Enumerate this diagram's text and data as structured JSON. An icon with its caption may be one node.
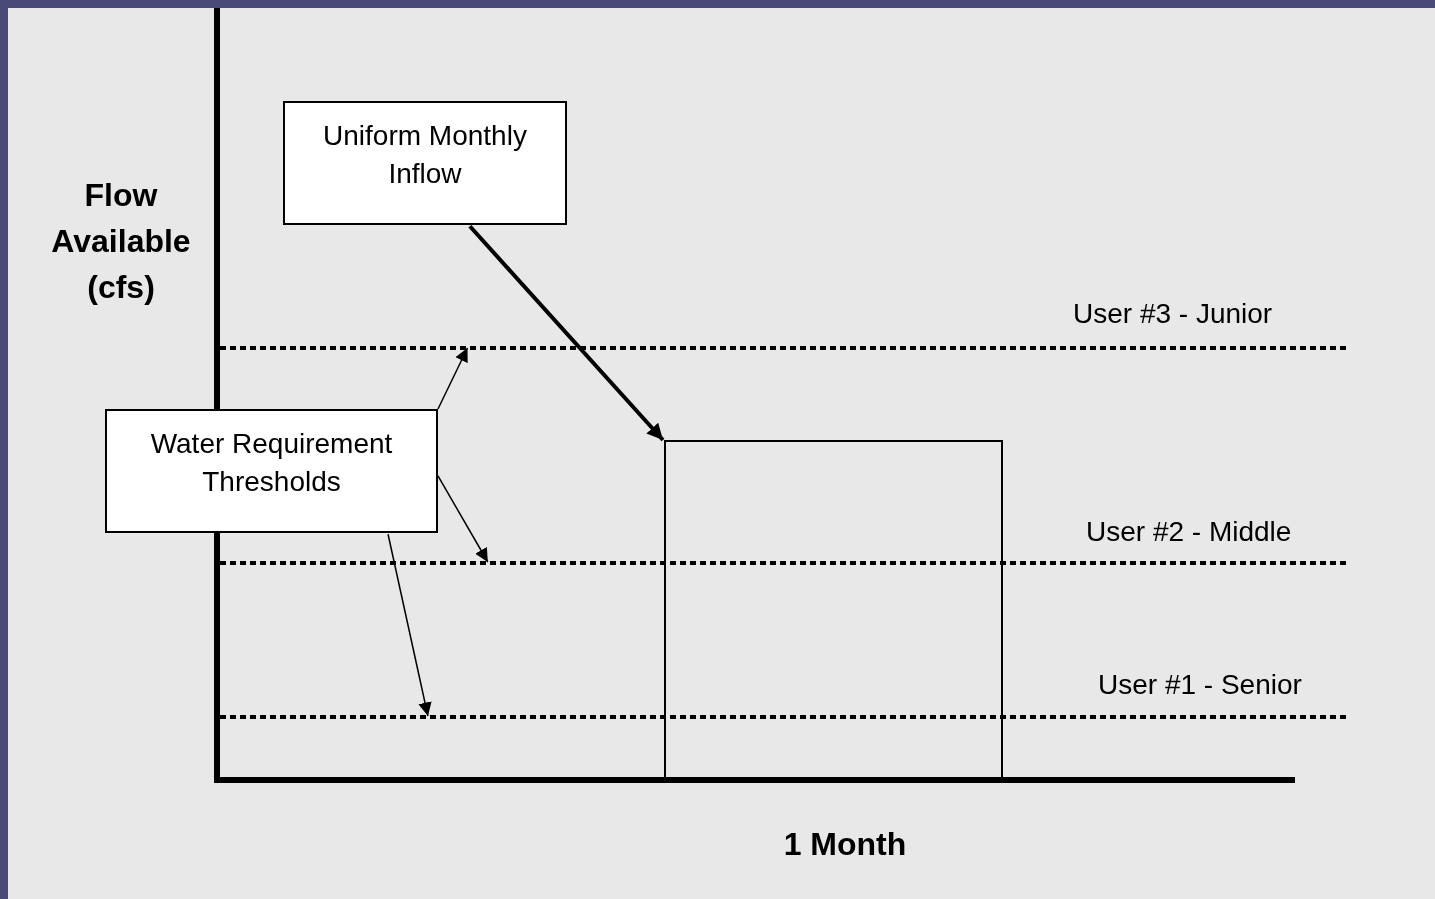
{
  "diagram": {
    "nodes": [
      {
        "text": [
          "Uniform Monthly Inflow"
        ]
      },
      {
        "text": [
          "Water Requirement Thresholds"
        ]
      },
      {
        "text": [],
        "shape": "bar"
      },
      {
        "text": [],
        "shape": "line",
        "beside": [
          "User #3 - Junior"
        ]
      },
      {
        "text": [],
        "shape": "line",
        "beside": [
          "User #2 - Middle"
        ]
      },
      {
        "text": [],
        "shape": "line",
        "beside": [
          "User #1 - Senior"
        ]
      }
    ],
    "edges": [
      {
        "from": 0,
        "to": 2,
        "arrow": "to",
        "style": "thick"
      },
      {
        "from": 1,
        "to": 3,
        "arrow": "to"
      },
      {
        "from": 1,
        "to": 4,
        "arrow": "to"
      },
      {
        "from": 1,
        "to": 5,
        "arrow": "to"
      }
    ],
    "labels": [
      "Flow Available (cfs)",
      "1 Month"
    ]
  }
}
